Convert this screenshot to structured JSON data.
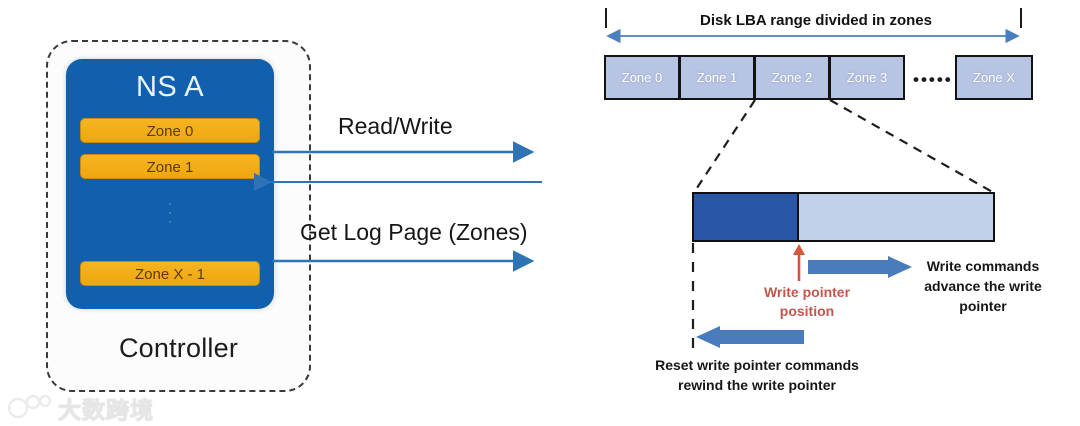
{
  "diagram": {
    "title": "Zoned Namespace (ZNS) architecture diagram",
    "colors": {
      "namespace_blue": "#1160ad",
      "zone_bar_orange": "#f5b521",
      "zone_cell_fill": "#b7c4e3",
      "written_region": "#2a56a8",
      "unwritten_region": "#c3d0ea",
      "arrow_blue": "#2e74b5",
      "write_pointer_red": "#c4564f",
      "outline_black": "#131313"
    }
  },
  "left": {
    "controller_label": "Controller",
    "namespace_title": "NS A",
    "zone_bars": [
      {
        "label": "Zone 0"
      },
      {
        "label": "Zone 1"
      },
      {
        "label": "Zone X - 1"
      }
    ],
    "ellipsis": "vertical-dots"
  },
  "commands": {
    "read_write_label": "Read/Write",
    "get_log_page_label": "Get Log Page (Zones)",
    "arrows": [
      {
        "name": "read-write-out",
        "direction": "right"
      },
      {
        "name": "completion-in",
        "direction": "left"
      },
      {
        "name": "get-log-page-out",
        "direction": "right"
      }
    ]
  },
  "right": {
    "range_title": "Disk LBA range divided in zones",
    "zone_cells": [
      {
        "label": "Zone 0"
      },
      {
        "label": "Zone 1"
      },
      {
        "label": "Zone 2"
      },
      {
        "label": "Zone 3"
      },
      {
        "label": "Zone X"
      }
    ],
    "cells_ellipsis": "•••••",
    "expanded_zone": {
      "source_zone": "Zone 2",
      "written_fraction_percent": 35,
      "write_pointer_label_line1": "Write pointer",
      "write_pointer_label_line2": "position",
      "advance_label_line1": "Write commands",
      "advance_label_line2": "advance the write",
      "advance_label_line3": "pointer",
      "reset_label_line1": "Reset write pointer commands",
      "reset_label_line2": "rewind the write pointer"
    }
  },
  "watermark": {
    "text": "大数跨境"
  }
}
